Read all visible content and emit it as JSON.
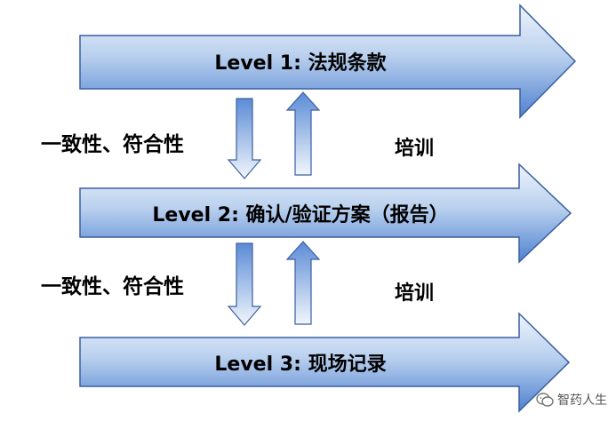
{
  "levels": [
    {
      "label": "Level 1: 法规条款"
    },
    {
      "label": "Level 2: 确认/验证方案（报告）"
    },
    {
      "label": "Level 3: 现场记录"
    }
  ],
  "side_labels": {
    "upper_left": "一致性、符合性",
    "lower_left": "一致性、符合性",
    "upper_right": "培训",
    "lower_right": "培训"
  },
  "watermark": {
    "text": "智药人生",
    "icon": "wechat-icon"
  },
  "colors": {
    "arrow_fill_top": "#E8F1FB",
    "arrow_fill_bottom": "#4F81D0",
    "arrow_stroke": "#3A5FA0"
  }
}
